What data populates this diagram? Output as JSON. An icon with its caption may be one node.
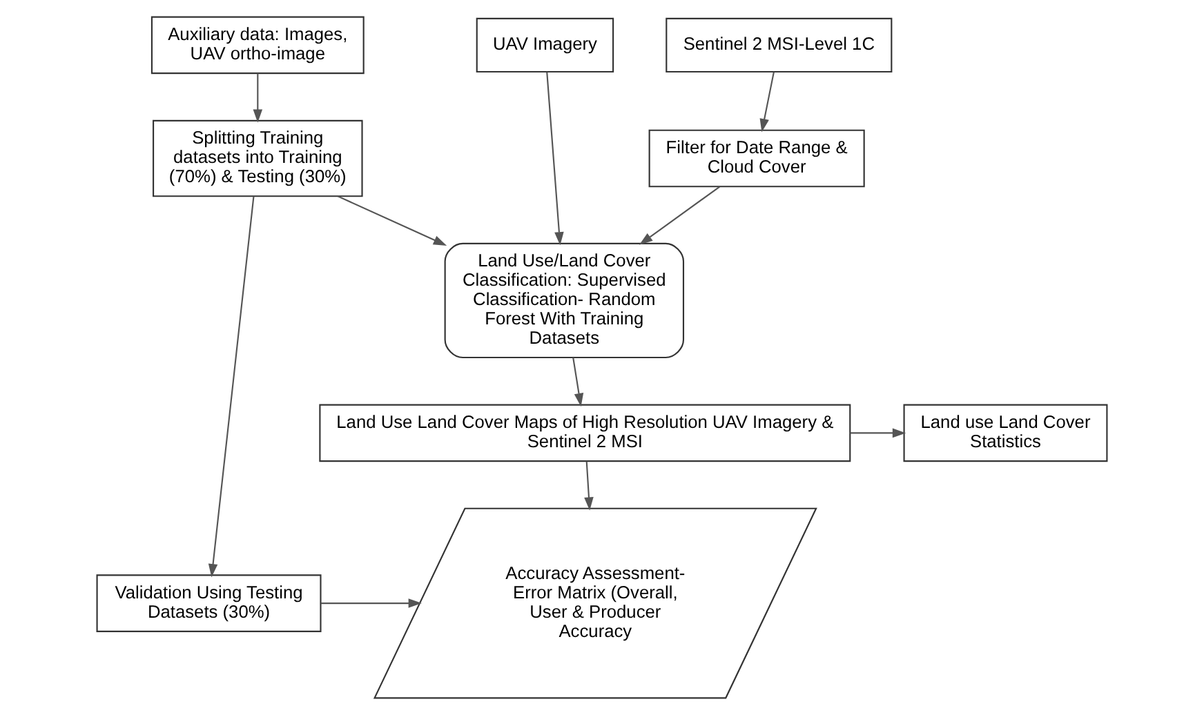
{
  "diagram": {
    "nodes": [
      {
        "text": [
          "Sentinel 2 MSI-Level 1C"
        ]
      },
      {
        "text": [
          "UAV Imagery"
        ]
      },
      {
        "text": [
          "Auxiliary data: Images, UAV ortho-image"
        ]
      },
      {
        "text": [
          "Filter for Date Range & Cloud Cover"
        ]
      },
      {
        "text": [
          "Land Use/Land Cover Classification: Supervised Classification- Random Forest With Training Datasets"
        ]
      },
      {
        "text": [
          "Splitting Training datasets into Training (70%) & Testing (30%)"
        ]
      },
      {
        "text": [
          "Land use Land Cover Statistics"
        ]
      },
      {
        "text": [
          "Land Use Land Cover Maps of High Resolution UAV Imagery & Sentinel 2 MSI"
        ]
      },
      {
        "text": [
          "Accuracy Assessment-Error Matrix (Overall, User & Producer Accuracy"
        ]
      },
      {
        "text": [
          "Validation Using Testing Datasets (30%)"
        ]
      }
    ],
    "edges": [
      {
        "from": 0,
        "to": 3,
        "arrow": "to"
      },
      {
        "from": 3,
        "to": 4,
        "arrow": "to"
      },
      {
        "from": 1,
        "to": 4,
        "arrow": "to"
      },
      {
        "from": 2,
        "to": 5,
        "arrow": "to"
      },
      {
        "from": 5,
        "to": 4,
        "arrow": "to"
      },
      {
        "from": 4,
        "to": 7,
        "arrow": "to"
      },
      {
        "from": 7,
        "to": 6,
        "arrow": "to"
      },
      {
        "from": 7,
        "to": 8,
        "arrow": "to"
      },
      {
        "from": 5,
        "to": 9,
        "arrow": "to"
      },
      {
        "from": 9,
        "to": 8,
        "arrow": "to"
      }
    ]
  }
}
